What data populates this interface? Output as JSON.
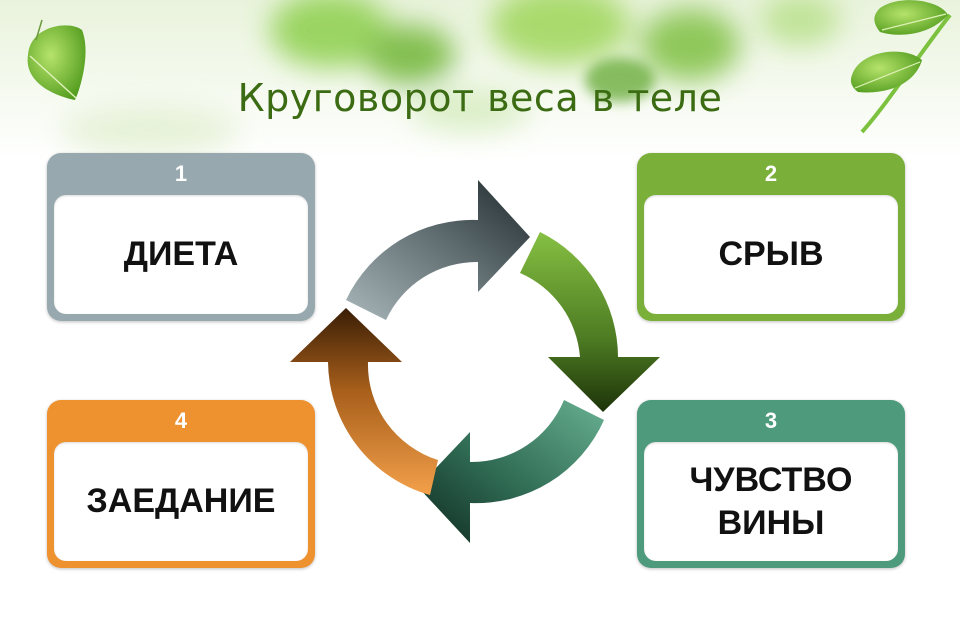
{
  "title": "Круговорот веса в теле",
  "colors": {
    "title": "#3b6b12",
    "step1": "#97a9ae",
    "step2": "#7ab03a",
    "step3": "#4d9b7c",
    "step4": "#ee9230"
  },
  "steps": [
    {
      "number": "1",
      "label": "ДИЕТА",
      "color_key": "step1"
    },
    {
      "number": "2",
      "label": "СРЫВ",
      "color_key": "step2"
    },
    {
      "number": "3",
      "label": "ЧУВСТВО\nВИНЫ",
      "color_key": "step3"
    },
    {
      "number": "4",
      "label": "ЗАЕДАНИЕ",
      "color_key": "step4"
    }
  ],
  "decorations": [
    "leaf-icon",
    "leaf-icon",
    "leaf-icon"
  ]
}
